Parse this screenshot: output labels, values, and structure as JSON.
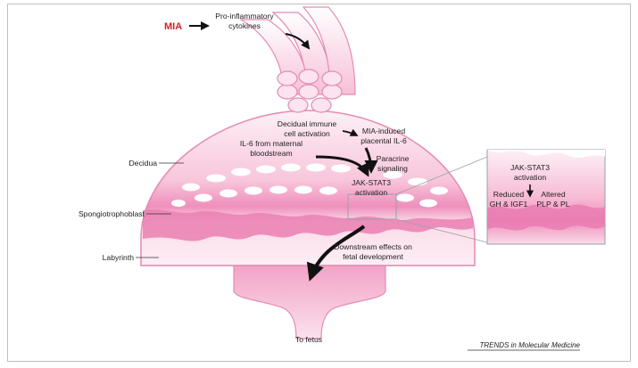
{
  "mia": "MIA",
  "cytokines": [
    "Pro-inflammatory",
    "cytokines"
  ],
  "decidual_activation": [
    "Decidual immune",
    "cell activation"
  ],
  "mia_il6": [
    "MIA-induced",
    "placental IL-6"
  ],
  "il6_maternal": [
    "IL-6 from maternal",
    "bloodstream"
  ],
  "paracrine": [
    "Paracrine",
    "signaling"
  ],
  "jak_main": [
    "JAK-STAT3",
    "activation"
  ],
  "downstream": [
    "Downstream effects on",
    "fetal development"
  ],
  "layers": {
    "decidua": "Decidua",
    "spongiotrophoblast": "Spongiotrophoblast",
    "labyrinth": "Labyrinth"
  },
  "to_fetus": "To fetus",
  "inset": {
    "jak": [
      "JAK-STAT3",
      "activation"
    ],
    "reduced": [
      "Reduced",
      "GH & IGF1"
    ],
    "altered": [
      "Altered",
      "PLP & PL"
    ]
  },
  "credit": "TRENDS in Molecular Medicine",
  "colors": {
    "pink_light": "#fbe3ef",
    "pink_mid": "#f4aecd",
    "pink_dark": "#e86aa6",
    "accent_red": "#d0202c"
  }
}
